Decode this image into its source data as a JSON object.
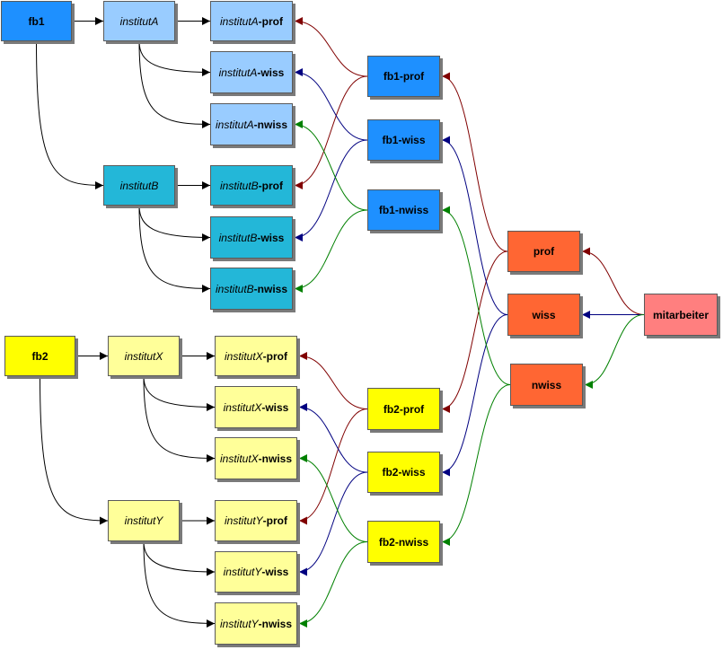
{
  "colors": {
    "fb1": "#1e90ff",
    "instA": "#99ccff",
    "instB": "#23b7d8",
    "fb2": "#ffff00",
    "inst2": "#ffff99",
    "group": "#ff6633",
    "mitarbeiter": "#ff7f7f",
    "prof_arrow": "#800000",
    "wiss_arrow": "#000080",
    "nwiss_arrow": "#008000",
    "black_arrow": "#000000"
  },
  "nodes": {
    "fb1": {
      "prefix": "fb1",
      "suffix": ""
    },
    "institutA": {
      "prefix": "institutA",
      "suffix": ""
    },
    "institutA-prof": {
      "prefix": "institutA",
      "suffix": "-prof"
    },
    "institutA-wiss": {
      "prefix": "institutA",
      "suffix": "-wiss"
    },
    "institutA-nwiss": {
      "prefix": "institutA",
      "suffix": "-nwiss"
    },
    "institutB": {
      "prefix": "institutB",
      "suffix": ""
    },
    "institutB-prof": {
      "prefix": "institutB",
      "suffix": "-prof"
    },
    "institutB-wiss": {
      "prefix": "institutB",
      "suffix": "-wiss"
    },
    "institutB-nwiss": {
      "prefix": "institutB",
      "suffix": "-nwiss"
    },
    "fb1-prof": {
      "prefix": "fb1-prof",
      "suffix": ""
    },
    "fb1-wiss": {
      "prefix": "fb1-wiss",
      "suffix": ""
    },
    "fb1-nwiss": {
      "prefix": "fb1-nwiss",
      "suffix": ""
    },
    "prof": {
      "prefix": "prof",
      "suffix": ""
    },
    "wiss": {
      "prefix": "wiss",
      "suffix": ""
    },
    "nwiss": {
      "prefix": "nwiss",
      "suffix": ""
    },
    "mitarbeiter": {
      "prefix": "mitarbeiter",
      "suffix": ""
    },
    "fb2": {
      "prefix": "fb2",
      "suffix": ""
    },
    "institutX": {
      "prefix": "institutX",
      "suffix": ""
    },
    "institutX-prof": {
      "prefix": "institutX",
      "suffix": "-prof"
    },
    "institutX-wiss": {
      "prefix": "institutX",
      "suffix": "-wiss"
    },
    "institutX-nwiss": {
      "prefix": "institutX",
      "suffix": "-nwiss"
    },
    "institutY": {
      "prefix": "institutY",
      "suffix": ""
    },
    "institutY-prof": {
      "prefix": "institutY",
      "suffix": "-prof"
    },
    "institutY-wiss": {
      "prefix": "institutY",
      "suffix": "-wiss"
    },
    "institutY-nwiss": {
      "prefix": "institutY",
      "suffix": "-nwiss"
    },
    "fb2-prof": {
      "prefix": "fb2-prof",
      "suffix": ""
    },
    "fb2-wiss": {
      "prefix": "fb2-wiss",
      "suffix": ""
    },
    "fb2-nwiss": {
      "prefix": "fb2-nwiss",
      "suffix": ""
    }
  },
  "edges": [
    {
      "from": "fb1",
      "to": "institutA",
      "kind": "black"
    },
    {
      "from": "fb1",
      "to": "institutB",
      "kind": "black"
    },
    {
      "from": "institutA",
      "to": "institutA-prof",
      "kind": "black"
    },
    {
      "from": "institutA",
      "to": "institutA-wiss",
      "kind": "black"
    },
    {
      "from": "institutA",
      "to": "institutA-nwiss",
      "kind": "black"
    },
    {
      "from": "institutB",
      "to": "institutB-prof",
      "kind": "black"
    },
    {
      "from": "institutB",
      "to": "institutB-wiss",
      "kind": "black"
    },
    {
      "from": "institutB",
      "to": "institutB-nwiss",
      "kind": "black"
    },
    {
      "from": "fb2",
      "to": "institutX",
      "kind": "black"
    },
    {
      "from": "fb2",
      "to": "institutY",
      "kind": "black"
    },
    {
      "from": "institutX",
      "to": "institutX-prof",
      "kind": "black"
    },
    {
      "from": "institutX",
      "to": "institutX-wiss",
      "kind": "black"
    },
    {
      "from": "institutX",
      "to": "institutX-nwiss",
      "kind": "black"
    },
    {
      "from": "institutY",
      "to": "institutY-prof",
      "kind": "black"
    },
    {
      "from": "institutY",
      "to": "institutY-wiss",
      "kind": "black"
    },
    {
      "from": "institutY",
      "to": "institutY-nwiss",
      "kind": "black"
    },
    {
      "from": "mitarbeiter",
      "to": "prof",
      "kind": "prof"
    },
    {
      "from": "mitarbeiter",
      "to": "wiss",
      "kind": "wiss"
    },
    {
      "from": "mitarbeiter",
      "to": "nwiss",
      "kind": "nwiss"
    },
    {
      "from": "prof",
      "to": "fb1-prof",
      "kind": "prof"
    },
    {
      "from": "prof",
      "to": "fb2-prof",
      "kind": "prof"
    },
    {
      "from": "wiss",
      "to": "fb1-wiss",
      "kind": "wiss"
    },
    {
      "from": "wiss",
      "to": "fb2-wiss",
      "kind": "wiss"
    },
    {
      "from": "nwiss",
      "to": "fb1-nwiss",
      "kind": "nwiss"
    },
    {
      "from": "nwiss",
      "to": "fb2-nwiss",
      "kind": "nwiss"
    },
    {
      "from": "fb1-prof",
      "to": "institutA-prof",
      "kind": "prof"
    },
    {
      "from": "fb1-prof",
      "to": "institutB-prof",
      "kind": "prof"
    },
    {
      "from": "fb1-wiss",
      "to": "institutA-wiss",
      "kind": "wiss"
    },
    {
      "from": "fb1-wiss",
      "to": "institutB-wiss",
      "kind": "wiss"
    },
    {
      "from": "fb1-nwiss",
      "to": "institutA-nwiss",
      "kind": "nwiss"
    },
    {
      "from": "fb1-nwiss",
      "to": "institutB-nwiss",
      "kind": "nwiss"
    },
    {
      "from": "fb2-prof",
      "to": "institutX-prof",
      "kind": "prof"
    },
    {
      "from": "fb2-prof",
      "to": "institutY-prof",
      "kind": "prof"
    },
    {
      "from": "fb2-wiss",
      "to": "institutX-wiss",
      "kind": "wiss"
    },
    {
      "from": "fb2-wiss",
      "to": "institutY-wiss",
      "kind": "wiss"
    },
    {
      "from": "fb2-nwiss",
      "to": "institutX-nwiss",
      "kind": "nwiss"
    },
    {
      "from": "fb2-nwiss",
      "to": "institutY-nwiss",
      "kind": "nwiss"
    }
  ]
}
